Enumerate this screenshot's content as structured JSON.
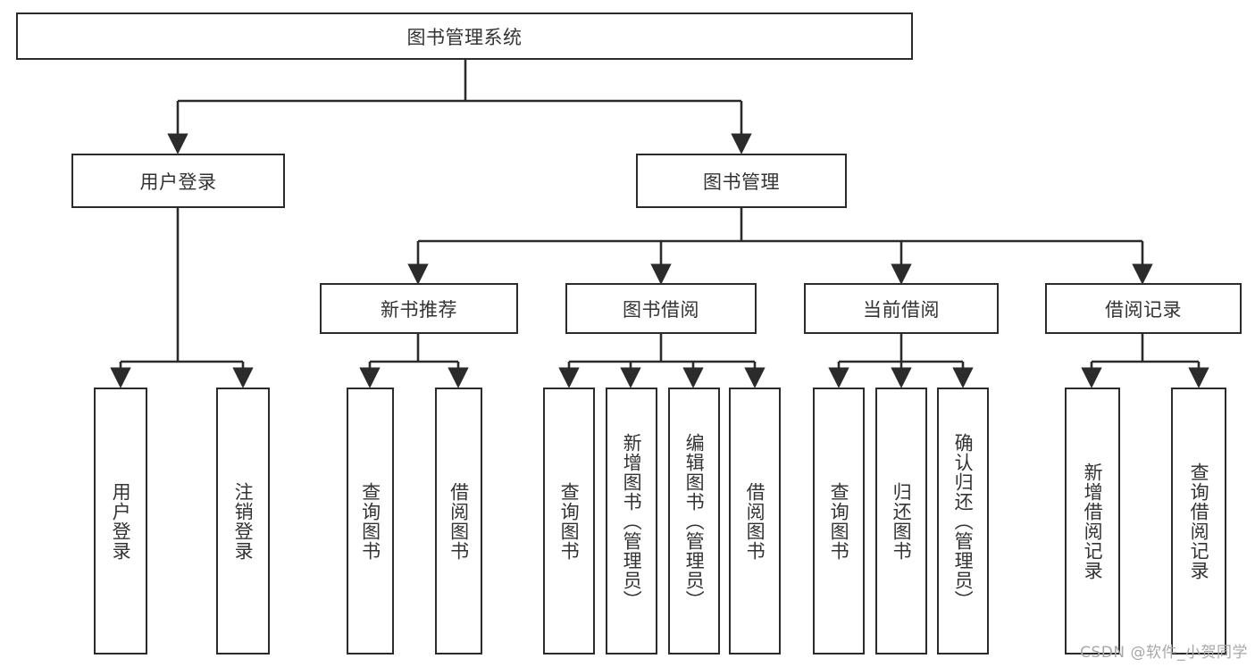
{
  "diagram": {
    "title": "图书管理系统",
    "type": "tree-hierarchy-chart",
    "watermark": "CSDN @软件_小贺同学",
    "colors": {
      "stroke": "#2b2b2b",
      "text": "#333333",
      "background": "#ffffff",
      "watermark": "#a8a8a8"
    },
    "root": {
      "label": "图书管理系统"
    },
    "level2": [
      {
        "label": "用户登录"
      },
      {
        "label": "图书管理"
      }
    ],
    "level3": [
      {
        "label": "新书推荐"
      },
      {
        "label": "图书借阅"
      },
      {
        "label": "当前借阅"
      },
      {
        "label": "借阅记录"
      }
    ],
    "leaves": {
      "user_login": [
        {
          "label": "用户登录"
        },
        {
          "label": "注销登录"
        }
      ],
      "new_book_recommend": [
        {
          "label": "查询图书"
        },
        {
          "label": "借阅图书"
        }
      ],
      "book_borrow": [
        {
          "label": "查询图书"
        },
        {
          "label": "新增图书（管理员）"
        },
        {
          "label": "编辑图书（管理员）"
        },
        {
          "label": "借阅图书"
        }
      ],
      "current_borrow": [
        {
          "label": "查询图书"
        },
        {
          "label": "归还图书"
        },
        {
          "label": "确认归还（管理员）"
        }
      ],
      "borrow_record": [
        {
          "label": "新增借阅记录"
        },
        {
          "label": "查询借阅记录"
        }
      ]
    }
  }
}
